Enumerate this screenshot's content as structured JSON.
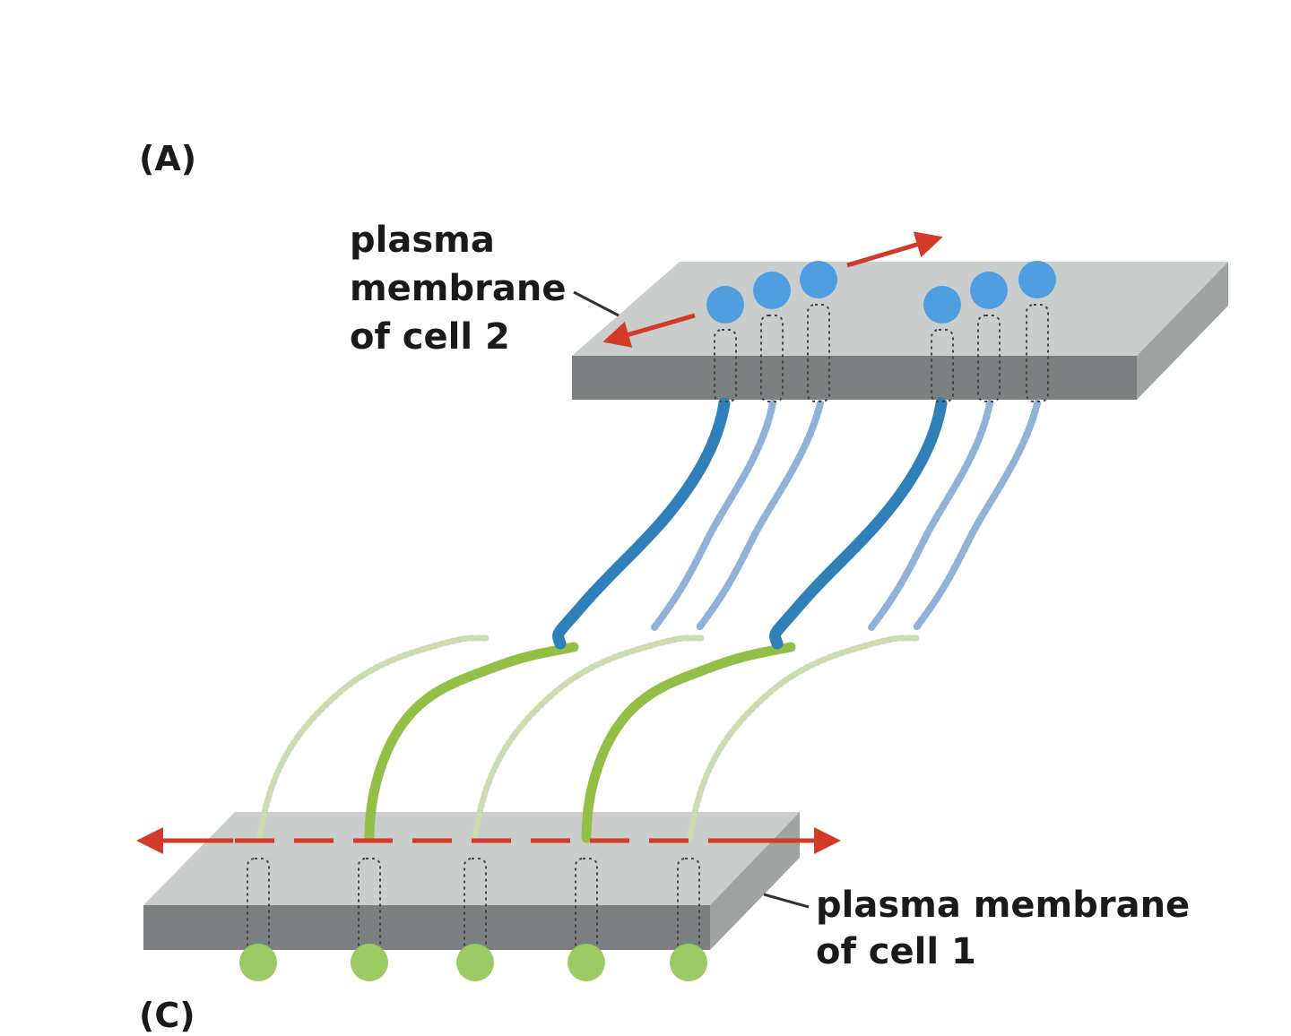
{
  "labels": {
    "panel_top": "(A)",
    "panel_bottom": "(C)",
    "cell2_line1": "plasma",
    "cell2_line2": "membrane",
    "cell2_line3": "of cell 2",
    "cell1_line1": "plasma membrane",
    "cell1_line2": "of cell 1"
  },
  "colors": {
    "slab_top": "#c9cdcb",
    "slab_front": "#7c8080",
    "slab_side": "#9fa3a2",
    "blue_dark": "#2f7fb8",
    "blue_light": "#8fb2d6",
    "blue_head": "#4f9fe0",
    "green_dark": "#93bf47",
    "green_light": "#c9dcb2",
    "green_head": "#9ccb63",
    "arrow": "#d23a2a",
    "leader": "#333333"
  }
}
